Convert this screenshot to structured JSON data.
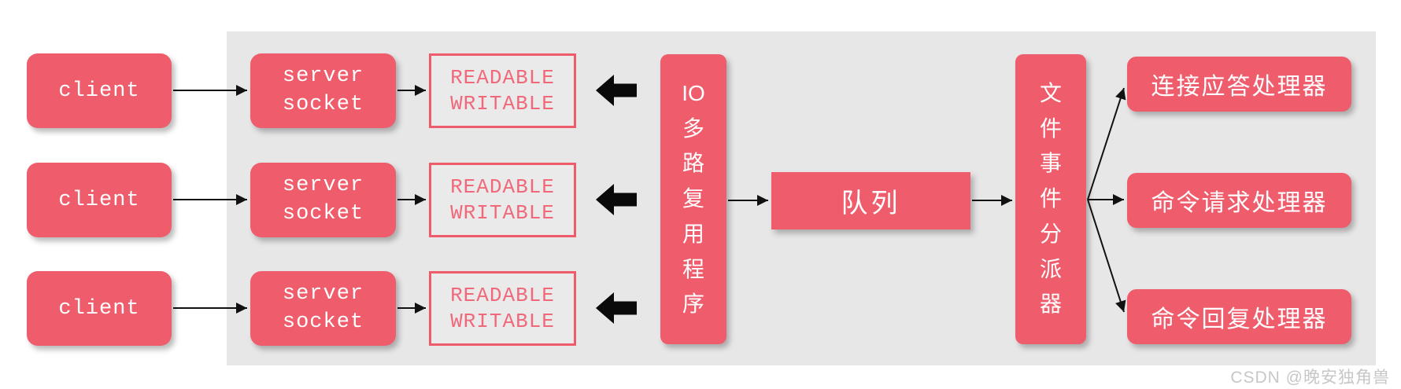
{
  "colors": {
    "accent_pink": "#ef5c6c",
    "flag_border_pink": "#ee5b6b",
    "flag_text_pink": "#f0697a",
    "panel_gray": "#e8e7e8",
    "flag_box_fill": "#ebeaeb",
    "arrow_black": "#111111",
    "box_text_white": "#ffffff",
    "watermark_gray": "#c8c6c7"
  },
  "diagram": {
    "clients": [
      "client",
      "client",
      "client"
    ],
    "server_sockets": [
      "server socket",
      "server socket",
      "server socket"
    ],
    "event_flags": [
      "READABLE WRITABLE",
      "READABLE WRITABLE",
      "READABLE WRITABLE"
    ],
    "io_multiplexer": "IO多路复用程序",
    "queue": "队列",
    "dispatcher": "文件事件分派器",
    "handlers": [
      "连接应答处理器",
      "命令请求处理器",
      "命令回复处理器"
    ]
  },
  "watermark": "CSDN @晚安独角兽"
}
